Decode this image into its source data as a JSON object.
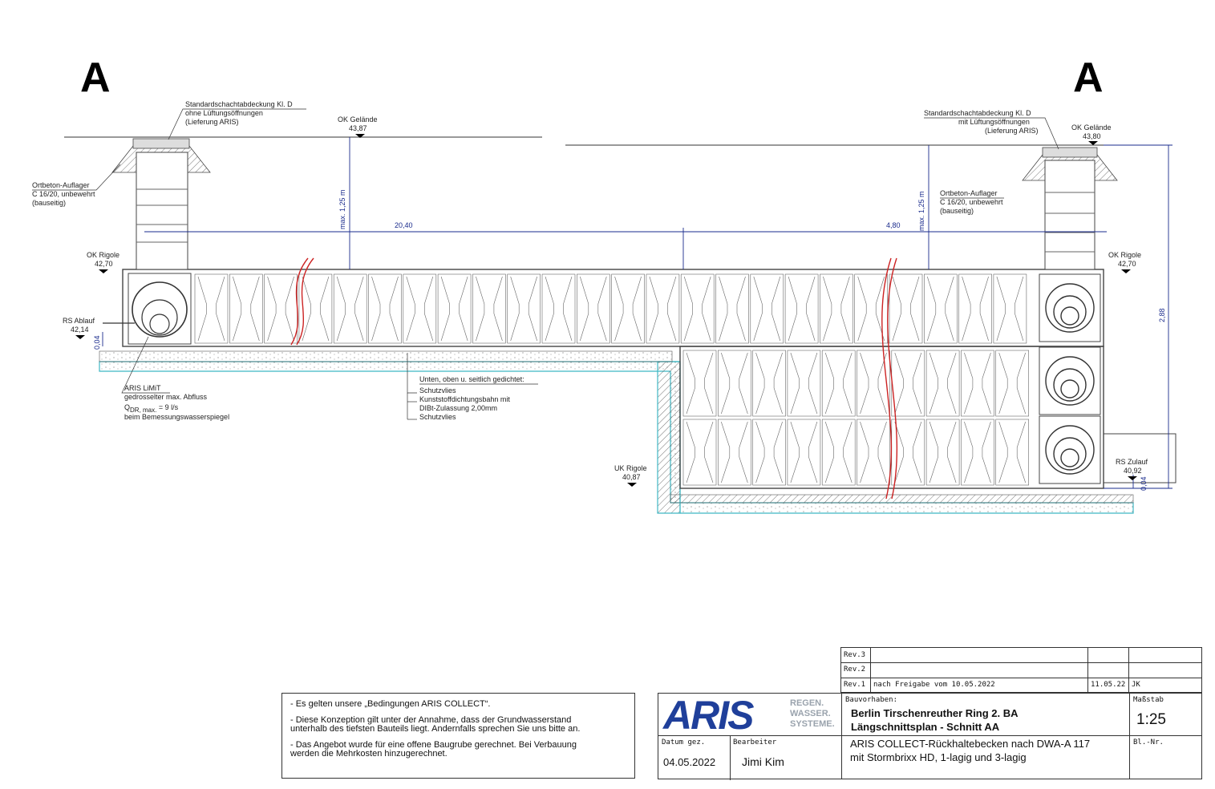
{
  "section_marks": {
    "left": "A",
    "right": "A"
  },
  "labels": {
    "cover_left": [
      "Standardschachtabdeckung Kl. D",
      "ohne Lüftungsöffnungen",
      "(Lieferung ARIS)"
    ],
    "cover_right": [
      "Standardschachtabdeckung Kl. D",
      "mit Lüftungsöffnungen",
      "(Lieferung ARIS)"
    ],
    "ground_left": {
      "title": "OK Gelände",
      "value": "43,87"
    },
    "ground_right": {
      "title": "OK Gelände",
      "value": "43,80"
    },
    "support_left": [
      "Ortbeton-Auflager",
      "C 16/20, unbewehrt",
      "(bauseitig)"
    ],
    "support_right": [
      "Ortbeton-Auflager",
      "C 16/20, unbewehrt",
      "(bauseitig)"
    ],
    "ok_rigole_left": {
      "title": "OK Rigole",
      "value": "42,70"
    },
    "ok_rigole_right": {
      "title": "OK Rigole",
      "value": "42,70"
    },
    "rs_ablauf": {
      "title": "RS Ablauf",
      "value": "42,14"
    },
    "uk_rigole": {
      "title": "UK Rigole",
      "value": "40,87"
    },
    "rs_zulauf": {
      "title": "RS Zulauf",
      "value": "40,92"
    },
    "limit": [
      "ARIS LiMiT",
      "gedrosselter max. Abfluss",
      "Q",
      "DR, max.",
      " = 9 l/s",
      "beim Bemessungswasserspiegel"
    ],
    "sealing": [
      "Unten, oben u. seitlich gedichtet:",
      "Schutzvlies",
      "Kunststoffdichtungsbahn mit",
      "DIBt-Zulassung 2,00mm",
      "Schutzvlies"
    ]
  },
  "dimensions": {
    "max_depth_left": "max. 1,25 m",
    "max_depth_right": "max. 1,25 m",
    "length_1": "20,40",
    "length_2": "4,80",
    "height": "2,88",
    "offset_left": "0,04",
    "offset_right": "0,04"
  },
  "notes": [
    "- Es gelten unsere „Bedingungen ARIS COLLECT“.",
    "- Diese Konzeption gilt unter der Annahme, dass der Grundwasserstand\nunterhalb des tiefsten  Bauteils liegt. Andernfalls sprechen Sie uns bitte an.",
    "- Das Angebot wurde für eine offene Baugrube gerechnet. Bei Verbauung\nwerden die Mehrkosten hinzugerechnet."
  ],
  "title_block": {
    "revisions": [
      {
        "label": "Rev.3",
        "text": "",
        "date": "",
        "by": ""
      },
      {
        "label": "Rev.2",
        "text": "",
        "date": "",
        "by": ""
      },
      {
        "label": "Rev.1",
        "text": "nach Freigabe vom 10.05.2022",
        "date": "11.05.22",
        "by": "JK"
      }
    ],
    "logo": {
      "word": "ARIS",
      "tag1": "REGEN.",
      "tag2": "WASSER.",
      "tag3": "SYSTEME."
    },
    "bauvorhaben_label": "Bauvorhaben:",
    "project_line1": "Berlin Tirschenreuther Ring 2. BA",
    "project_line2": "Längschnittsplan - Schnitt AA",
    "massstab_label": "Maßstab",
    "massstab": "1:25",
    "datum_label": "Datum gez.",
    "datum": "04.05.2022",
    "bearbeiter_label": "Bearbeiter",
    "bearbeiter": "Jimi Kim",
    "desc_line1": "ARIS COLLECT-Rückhaltebecken nach DWA-A 117",
    "desc_line2": "mit Stormbrixx HD, 1-lagig und 3-lagig",
    "blatt_label": "Bl.-Nr."
  },
  "colors": {
    "dimension": "#1a2b8c",
    "foil": "#3fb8c4",
    "cut_mark": "#cc2222",
    "logo_blue": "#1f3f9a",
    "logo_gray": "#9aa3ad"
  }
}
